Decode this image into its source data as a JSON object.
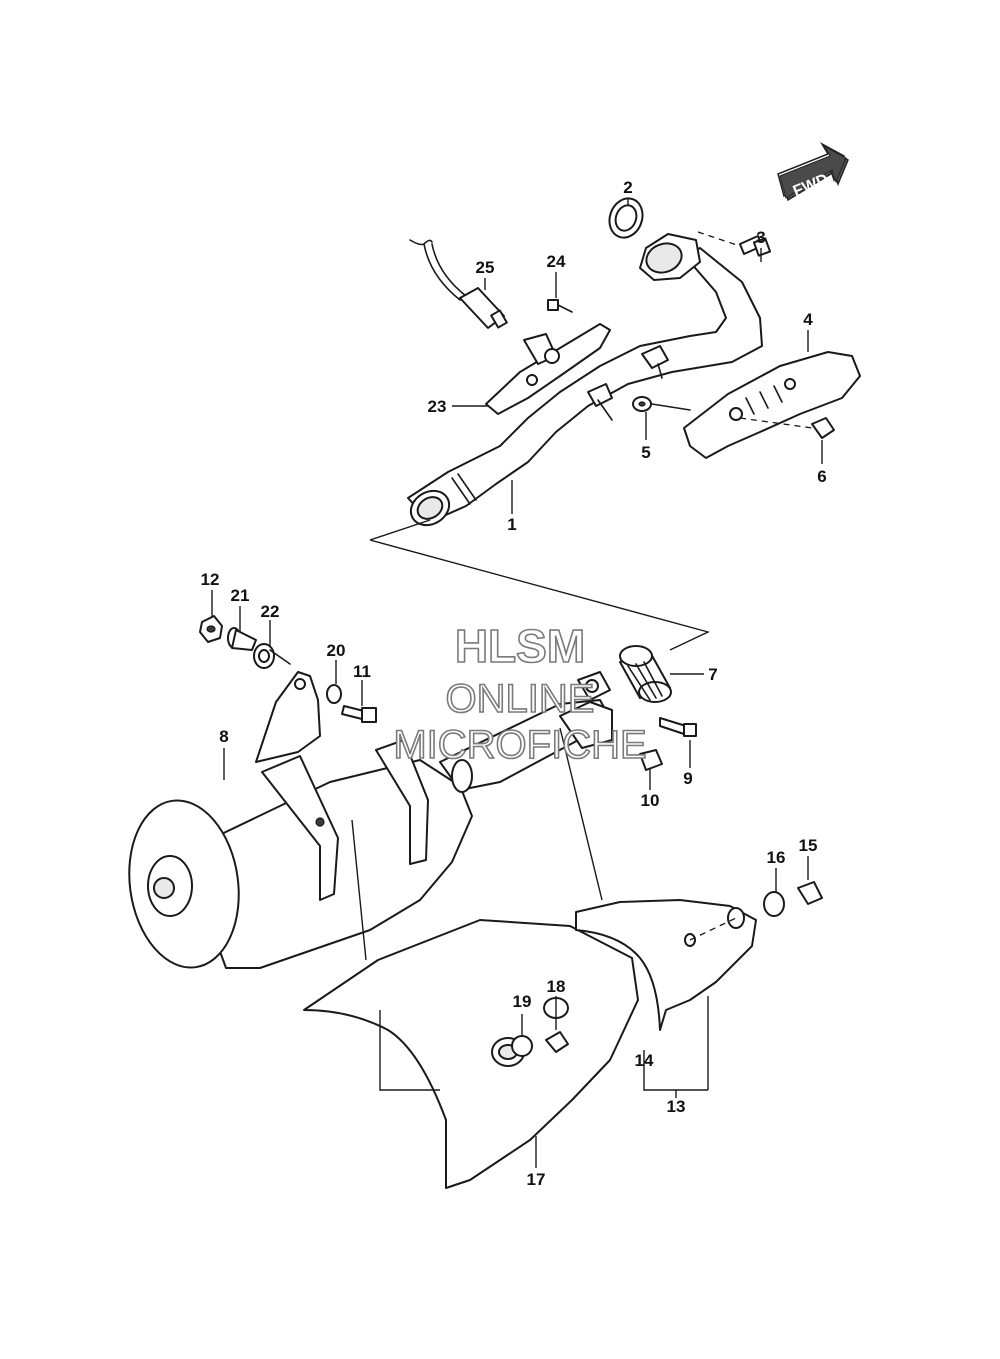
{
  "watermark": {
    "line1": "HLSM",
    "line2": "ONLINE",
    "line3": "MICROFICHE"
  },
  "direction_marker": {
    "label": "FWD",
    "icon": "forward-arrow-icon"
  },
  "callouts": [
    {
      "id": "c2",
      "label": "2"
    },
    {
      "id": "c3",
      "label": "3"
    },
    {
      "id": "c25",
      "label": "25"
    },
    {
      "id": "c24",
      "label": "24"
    },
    {
      "id": "c4",
      "label": "4"
    },
    {
      "id": "c23",
      "label": "23"
    },
    {
      "id": "c5",
      "label": "5"
    },
    {
      "id": "c6",
      "label": "6"
    },
    {
      "id": "c1",
      "label": "1"
    },
    {
      "id": "c12",
      "label": "12"
    },
    {
      "id": "c21",
      "label": "21"
    },
    {
      "id": "c22",
      "label": "22"
    },
    {
      "id": "c20",
      "label": "20"
    },
    {
      "id": "c11",
      "label": "11"
    },
    {
      "id": "c7",
      "label": "7"
    },
    {
      "id": "c8",
      "label": "8"
    },
    {
      "id": "c9",
      "label": "9"
    },
    {
      "id": "c10",
      "label": "10"
    },
    {
      "id": "c16",
      "label": "16"
    },
    {
      "id": "c15",
      "label": "15"
    },
    {
      "id": "c19",
      "label": "19"
    },
    {
      "id": "c18",
      "label": "18"
    },
    {
      "id": "c14",
      "label": "14"
    },
    {
      "id": "c13",
      "label": "13"
    },
    {
      "id": "c17",
      "label": "17"
    }
  ]
}
